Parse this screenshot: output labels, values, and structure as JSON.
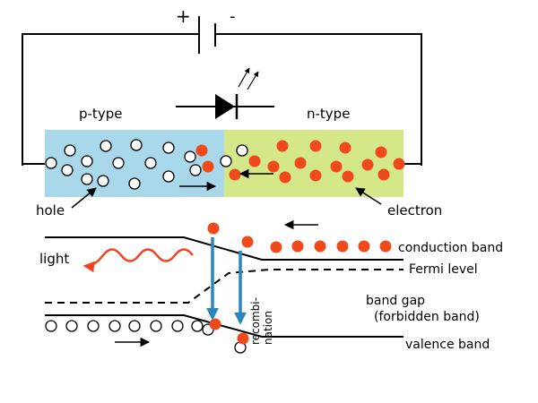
{
  "circuit": {
    "plus_sign": "+",
    "minus_sign": "-"
  },
  "junction": {
    "p_label": "p-type",
    "n_label": "n-type",
    "hole_label": "hole",
    "electron_label": "electron"
  },
  "band": {
    "light_label": "light",
    "conduction_label": "conduction band",
    "fermi_label": "Fermi level",
    "gap_label_line1": "band gap",
    "gap_label_line2": "(forbidden band)",
    "valence_label": "valence band",
    "recomb_line1": "recombi-",
    "recomb_line2": "nation"
  },
  "colors": {
    "p_region": "#a8d8ea",
    "n_region": "#d4e88a",
    "electron": "#f04a1c",
    "light_wave": "#ee4422",
    "recomb_arrow": "#2a86bd",
    "line": "#000000"
  },
  "icons": [
    "battery-icon",
    "led-diode-icon",
    "light-emission-arrows-icon"
  ]
}
